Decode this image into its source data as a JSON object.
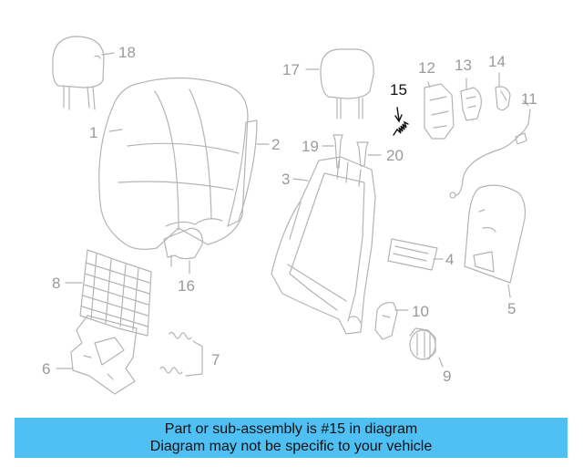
{
  "diagram": {
    "highlighted_part": "15",
    "callouts": [
      "1",
      "2",
      "3",
      "4",
      "5",
      "6",
      "7",
      "8",
      "9",
      "10",
      "11",
      "12",
      "13",
      "14",
      "15",
      "16",
      "17",
      "18",
      "19",
      "20"
    ]
  },
  "banner": {
    "line1": "Part or sub-assembly is #15 in diagram",
    "line2": "Diagram may not be specific to your vehicle",
    "color": "#4fc0f3"
  }
}
